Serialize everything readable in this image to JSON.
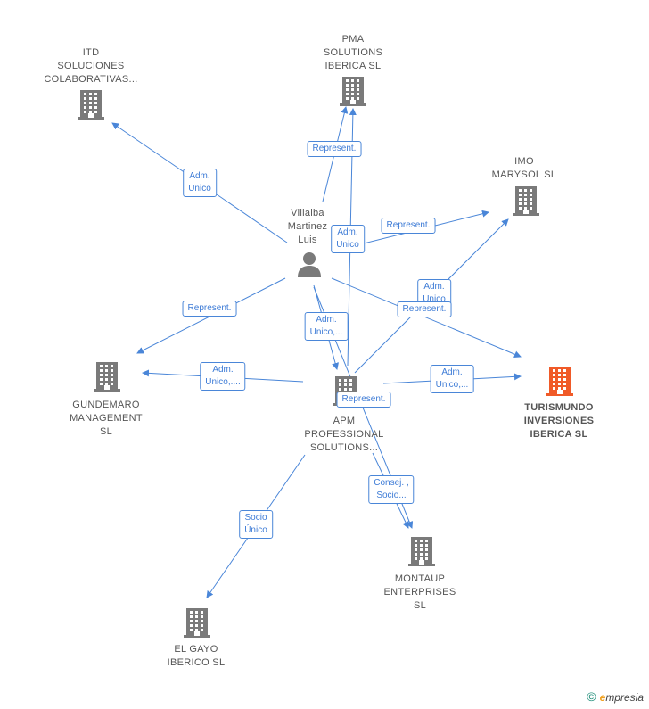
{
  "nodes": [
    {
      "id": "itd",
      "lines": [
        "ITD",
        "SOLUCIONES",
        "COLABORATIVAS..."
      ],
      "type": "company"
    },
    {
      "id": "pma",
      "lines": [
        "PMA",
        "SOLUTIONS",
        "IBERICA  SL"
      ],
      "type": "company"
    },
    {
      "id": "imo",
      "lines": [
        "IMO",
        "MARYSOL  SL"
      ],
      "type": "company"
    },
    {
      "id": "villalba",
      "lines": [
        "Villalba",
        "Martinez",
        "Luis"
      ],
      "type": "person"
    },
    {
      "id": "gundemaro",
      "lines": [
        "GUNDEMARO",
        "MANAGEMENT",
        "SL"
      ],
      "type": "company"
    },
    {
      "id": "apm",
      "lines": [
        "APM",
        "PROFESSIONAL",
        "SOLUTIONS..."
      ],
      "type": "company"
    },
    {
      "id": "turismundo",
      "lines": [
        "TURISMUNDO",
        "INVERSIONES",
        "IBERICA  SL"
      ],
      "type": "focus"
    },
    {
      "id": "montaup",
      "lines": [
        "MONTAUP",
        "ENTERPRISES",
        "SL"
      ],
      "type": "company"
    },
    {
      "id": "elgayo",
      "lines": [
        "EL GAYO",
        "IBERICO  SL"
      ],
      "type": "company"
    }
  ],
  "edge_labels": [
    {
      "id": "e1",
      "lines": [
        "Adm.",
        "Unico"
      ]
    },
    {
      "id": "e2",
      "lines": [
        "Represent."
      ]
    },
    {
      "id": "e3",
      "lines": [
        "Adm.",
        "Unico"
      ]
    },
    {
      "id": "e4",
      "lines": [
        "Represent."
      ]
    },
    {
      "id": "e5",
      "lines": [
        "Adm.",
        "Unico"
      ]
    },
    {
      "id": "e6",
      "lines": [
        "Represent."
      ]
    },
    {
      "id": "e7",
      "lines": [
        "Represent."
      ]
    },
    {
      "id": "e8",
      "lines": [
        "Adm.",
        "Unico,..."
      ]
    },
    {
      "id": "e9",
      "lines": [
        "Adm.",
        "Unico,...."
      ]
    },
    {
      "id": "e10",
      "lines": [
        "Adm.",
        "Unico,..."
      ]
    },
    {
      "id": "e11",
      "lines": [
        "Represent."
      ]
    },
    {
      "id": "e12",
      "lines": [
        "Consej. ,",
        "Socio..."
      ]
    },
    {
      "id": "e13",
      "lines": [
        "Socio",
        "Único"
      ]
    }
  ],
  "colors": {
    "edge": "#4a86d8",
    "node": "#7a7a7a",
    "focus": "#f05a28"
  },
  "copyright": {
    "symbol": "©",
    "brand_first": "e",
    "brand_rest": "mpresia"
  }
}
